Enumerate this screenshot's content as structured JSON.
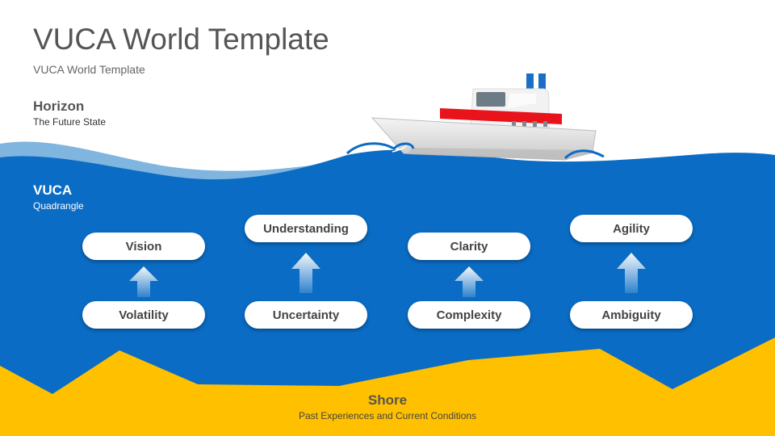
{
  "header": {
    "title": "VUCA World Template",
    "subtitle": "VUCA World Template"
  },
  "horizon": {
    "label": "Horizon",
    "description": "The Future State"
  },
  "vuca": {
    "label": "VUCA",
    "description": "Quadrangle"
  },
  "pairs": [
    {
      "bottom": "Volatility",
      "top": "Vision"
    },
    {
      "bottom": "Uncertainty",
      "top": "Understanding"
    },
    {
      "bottom": "Complexity",
      "top": "Clarity"
    },
    {
      "bottom": "Ambiguity",
      "top": "Agility"
    }
  ],
  "shore": {
    "label": "Shore",
    "description": "Past Experiences and Current Conditions"
  },
  "colors": {
    "sea": "#0A6CC4",
    "sky_wave": "#7FB5DF",
    "sand": "#FFC000",
    "ship_stripe": "#E8131B",
    "chimney": "#1A6FC4"
  },
  "icons": [
    "ship-icon",
    "up-arrow-icon"
  ]
}
